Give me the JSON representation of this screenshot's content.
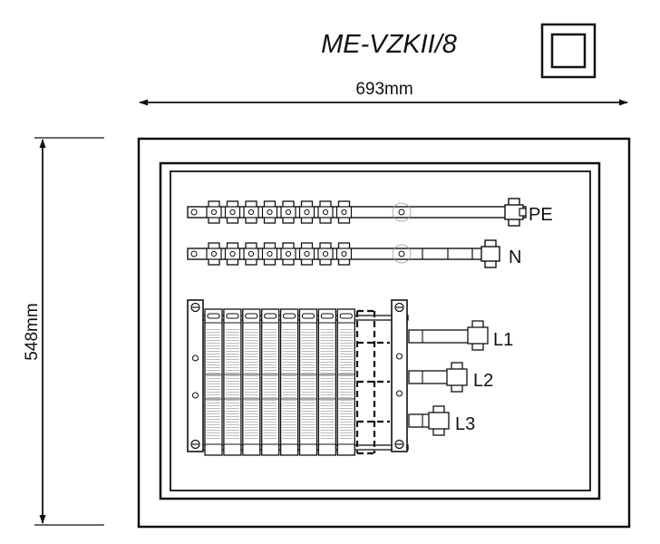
{
  "title": "ME-VZKII/8",
  "dimensions": {
    "width_label": "693mm",
    "height_label": "548mm"
  },
  "busbars": {
    "pe_label": "PE",
    "n_label": "N"
  },
  "phases": [
    "L1",
    "L2",
    "L3"
  ],
  "symbol": "double-insulation-square-icon",
  "colors": {
    "line": "#111111",
    "background": "#ffffff"
  }
}
